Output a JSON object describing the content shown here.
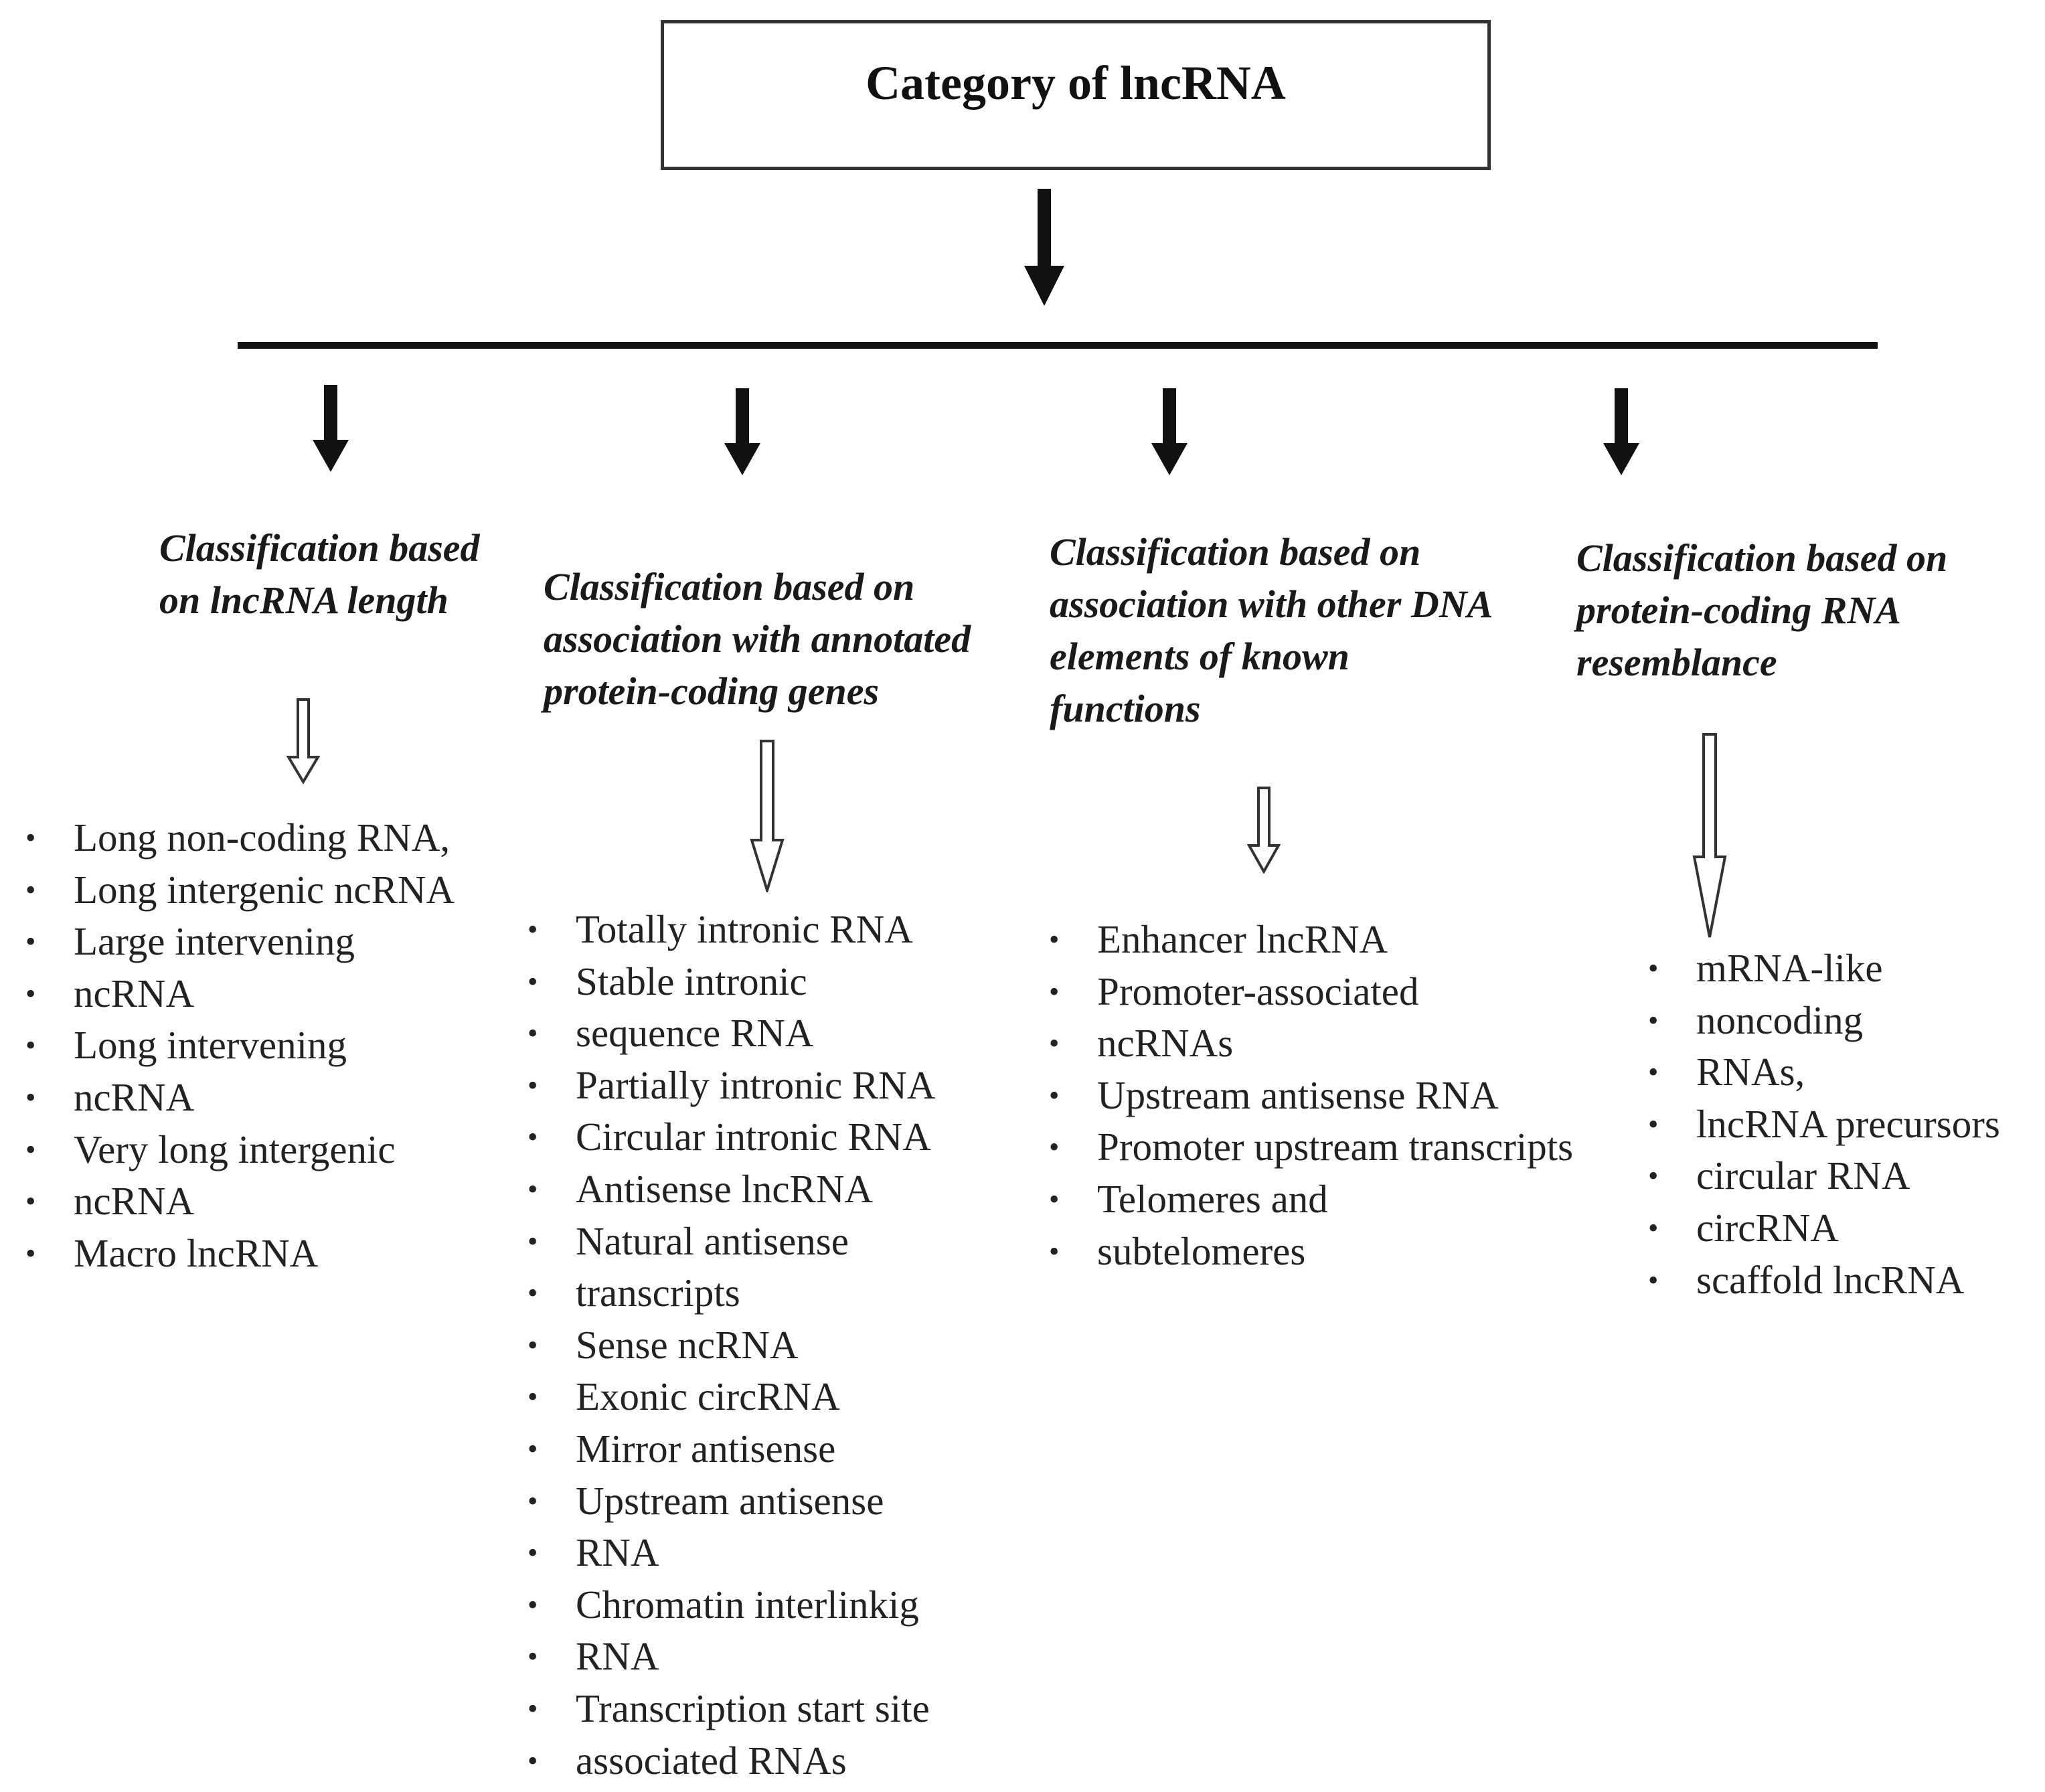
{
  "root": {
    "title": "Category of lncRNA"
  },
  "categories": [
    {
      "title_lines": [
        "Classification based",
        "on lncRNA length"
      ],
      "items": [
        "Long non-coding RNA,",
        "Long intergenic ncRNA",
        "Large intervening",
        "ncRNA",
        "Long intervening",
        "ncRNA",
        "Very long intergenic",
        "ncRNA",
        "Macro lncRNA"
      ]
    },
    {
      "title_lines": [
        "Classification based on",
        "association with annotated",
        "protein-coding genes"
      ],
      "items": [
        "Totally intronic RNA",
        "Stable intronic",
        "sequence RNA",
        "Partially intronic RNA",
        "Circular intronic RNA",
        "Antisense lncRNA",
        "Natural antisense",
        "transcripts",
        "Sense ncRNA",
        "Exonic circRNA",
        "Mirror antisense",
        "Upstream antisense",
        "RNA",
        "Chromatin interlinkig",
        "RNA",
        "Transcription start site",
        "associated RNAs"
      ]
    },
    {
      "title_lines": [
        "Classification based on",
        "association with other DNA",
        "elements of known",
        "functions"
      ],
      "items": [
        "Enhancer lncRNA",
        "Promoter-associated",
        "ncRNAs",
        "Upstream antisense RNA",
        "Promoter upstream transcripts",
        "Telomeres and",
        "subtelomeres"
      ]
    },
    {
      "title_lines": [
        "Classification based on",
        "protein-coding RNA",
        "resemblance"
      ],
      "items": [
        "mRNA-like",
        "noncoding",
        "RNAs,",
        "lncRNA precursors",
        "circular RNA",
        "circRNA",
        "scaffold lncRNA"
      ]
    }
  ]
}
